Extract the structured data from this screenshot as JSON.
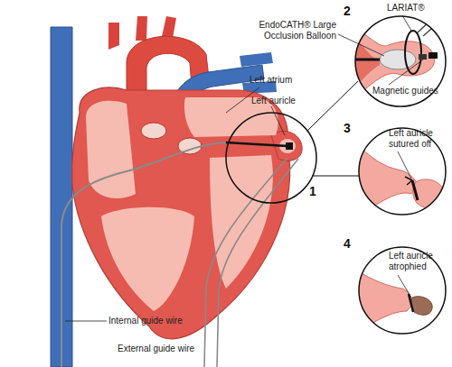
{
  "diagram": {
    "labels": [
      "1",
      "2",
      "LARIAT®",
      "EndoCATH® Large Occlusion Balloon",
      "Magnetic guides",
      "Left atrium",
      "Left auricle",
      "3",
      "Left auricle sutured off",
      "4",
      "Left auricle atrophied",
      "Internal guide wire",
      "External guide wire"
    ]
  }
}
